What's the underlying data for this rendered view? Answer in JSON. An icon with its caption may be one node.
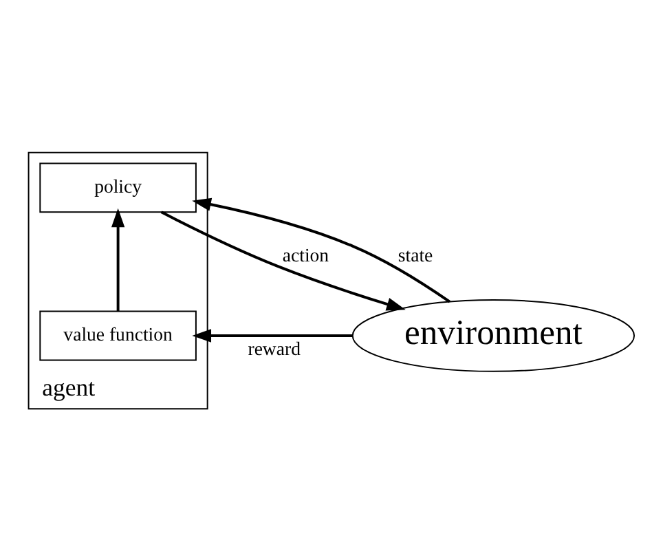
{
  "diagram": {
    "nodes": [
      {
        "text": [
          "agent"
        ]
      },
      {
        "text": [
          "policy"
        ],
        "in": 0
      },
      {
        "text": [
          "value function"
        ],
        "in": 0
      },
      {
        "text": [
          "environment"
        ]
      }
    ],
    "edges": [
      {
        "from": 3,
        "to": 1,
        "arrow": "to",
        "label": "state"
      },
      {
        "from": 2,
        "to": 1,
        "arrow": "to"
      },
      {
        "from": 3,
        "to": 2,
        "arrow": "to",
        "label": "reward"
      },
      {
        "from": 1,
        "to": 3,
        "arrow": "to",
        "label": "action"
      }
    ]
  }
}
